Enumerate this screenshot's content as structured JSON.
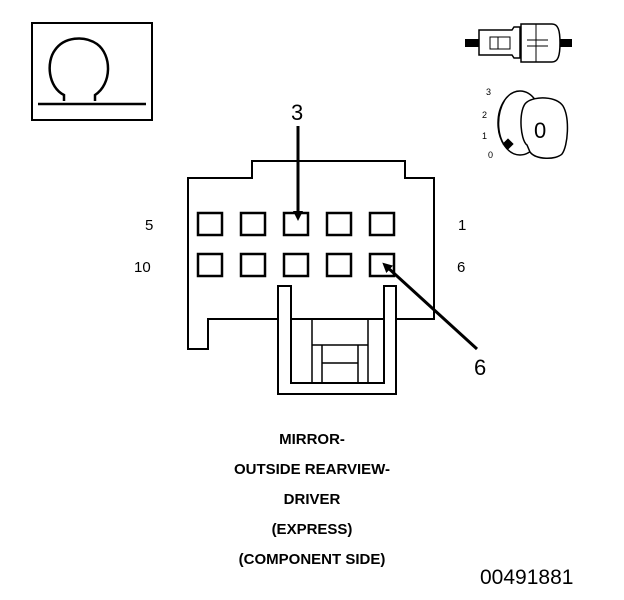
{
  "connector": {
    "cavities_top": [
      "5",
      "1"
    ],
    "cavities_bottom": [
      "10",
      "6"
    ],
    "callouts": [
      "3",
      "6"
    ]
  },
  "ignition_key": {
    "positions": [
      "3",
      "2",
      "1",
      "0"
    ],
    "key_label": "0"
  },
  "title": [
    "MIRROR-",
    "OUTSIDE REARVIEW-",
    "DRIVER",
    "(EXPRESS)",
    "(COMPONENT SIDE)"
  ],
  "figure_number": "00491881",
  "icons": [
    "ohm-meter-icon",
    "connector-plug-icon",
    "ignition-key-icon"
  ],
  "colors": {
    "line": "#000000",
    "background": "#ffffff"
  }
}
